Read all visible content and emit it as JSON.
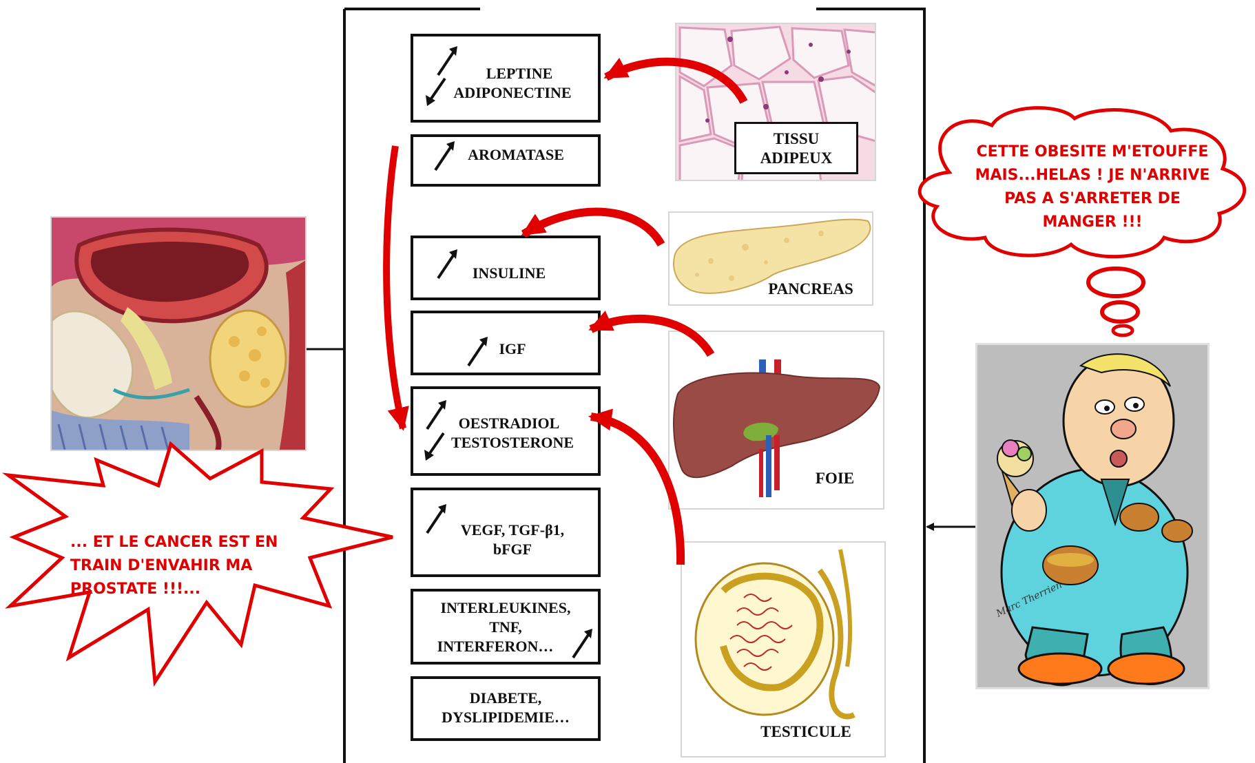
{
  "hormone_boxes": {
    "leptine": {
      "line1": "LEPTINE",
      "line2": "ADIPONECTINE"
    },
    "aromatase": "AROMATASE",
    "insuline": "INSULINE",
    "igf": "IGF",
    "oestradiol": {
      "line1": "OESTRADIOL",
      "line2": "TESTOSTERONE"
    },
    "vegf": {
      "line1": "VEGF, TGF-β1,",
      "line2": "bFGF"
    },
    "interleukines": {
      "line1": "INTERLEUKINES,",
      "line2": "TNF,",
      "line3": "INTERFERON…"
    },
    "diabete": {
      "line1": "DIABETE,",
      "line2": "DYSLIPIDEMIE…"
    }
  },
  "organs": {
    "tissu_adipeux": {
      "line1": "TISSU",
      "line2": "ADIPEUX"
    },
    "pancreas": "PANCREAS",
    "foie": "FOIE",
    "testicule": "TESTICULE"
  },
  "thought_bubble": {
    "line1": "CETTE OBESITE M'ETOUFFE",
    "line2": "MAIS...HELAS ! JE N'ARRIVE",
    "line3": "PAS A S'ARRETER DE",
    "line4": "MANGER !!!"
  },
  "burst": {
    "line1": "... ET LE CANCER EST EN",
    "line2": "TRAIN D'ENVAHIR MA",
    "line3": "PROSTATE !!!..."
  },
  "cartoon_signature": "Marc Therrien",
  "colors": {
    "curve_arrow": "#e00000",
    "comic_text": "#e00000",
    "box_border": "#111111"
  }
}
